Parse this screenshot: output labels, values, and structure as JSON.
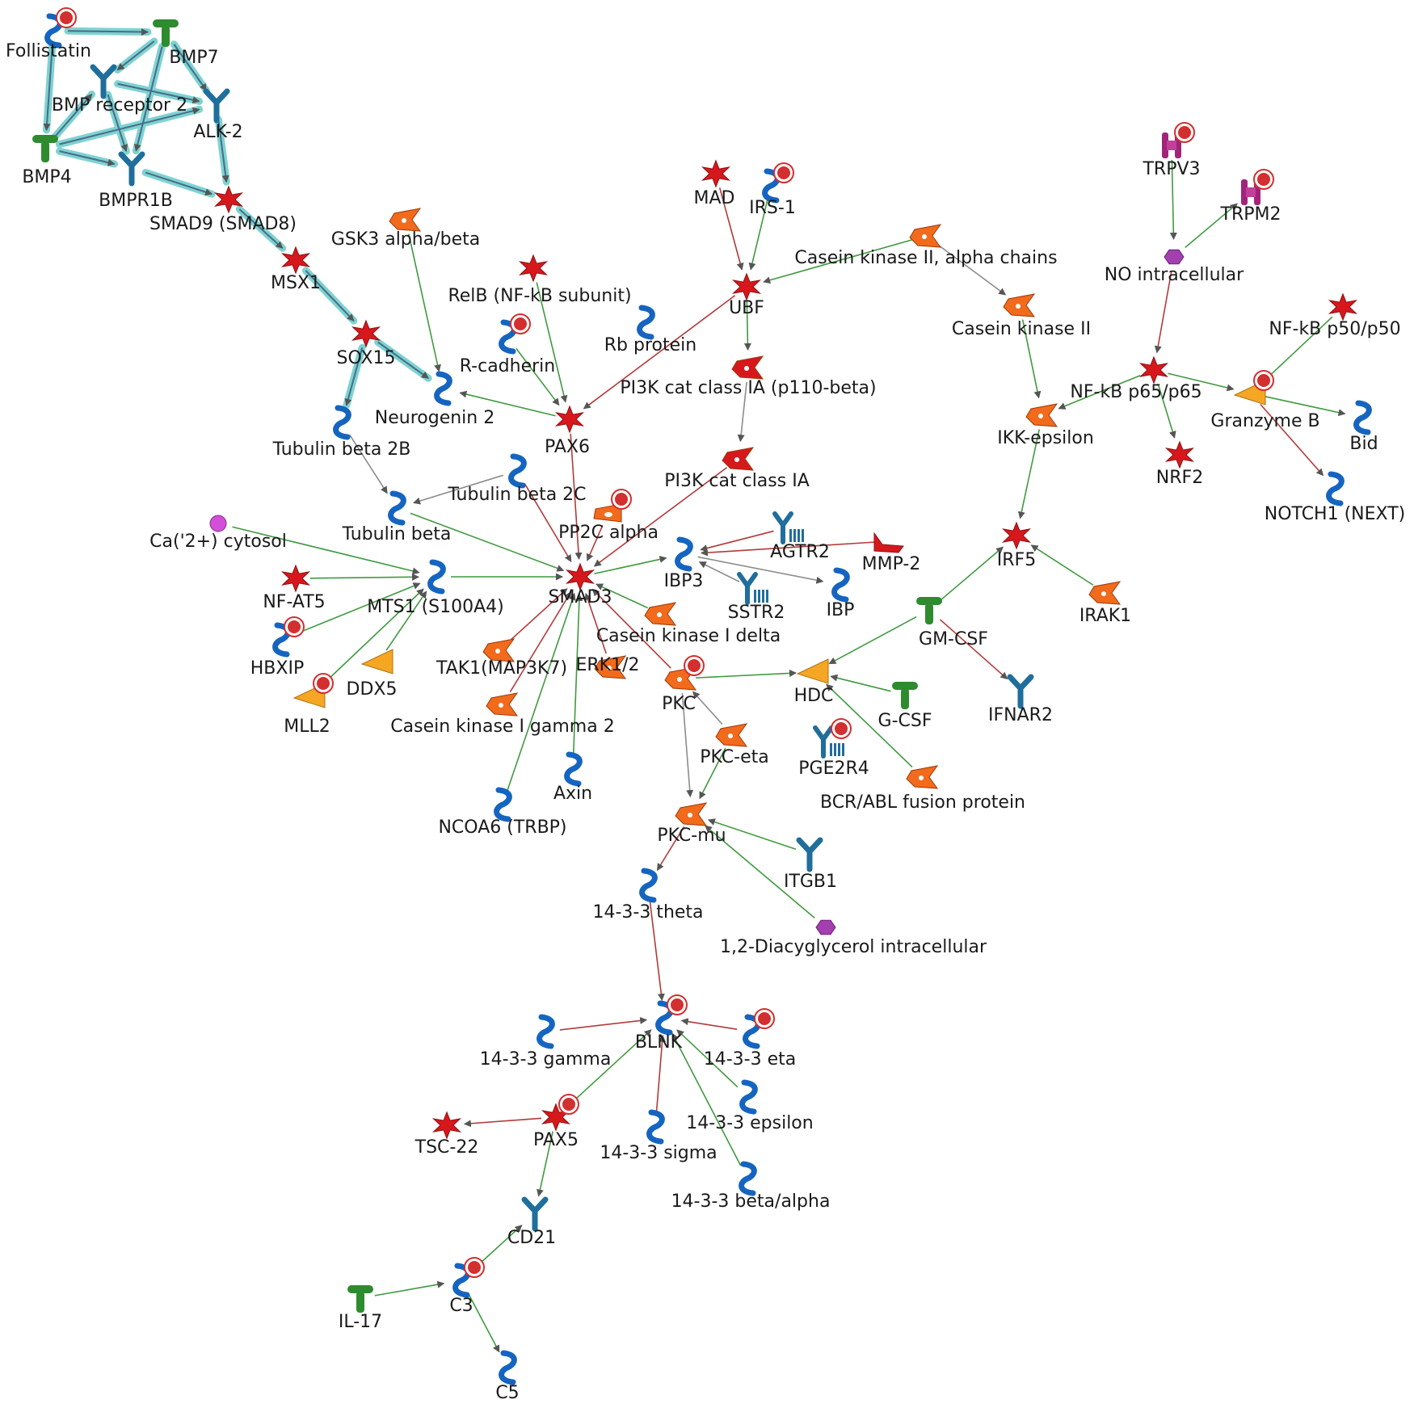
{
  "colors": {
    "edge_activation": "#3f9a3f",
    "edge_inhibition": "#b23a3a",
    "edge_unspecified": "#8c8c8c",
    "highlight": "#7dd3d0",
    "tf_red": "#d6181c",
    "protein_blue": "#1565c0",
    "receptor_blue": "#1f6e9c",
    "kinase_orange": "#f26a1b",
    "enzyme_orange": "#f5a623",
    "ligand_green": "#2e8b2e",
    "compound_purple": "#a43fb0",
    "marker_red": "#d32f2f"
  },
  "nodes": [
    {
      "id": "follistatin",
      "label": "Follistatin",
      "kind": "protein",
      "marker": true
    },
    {
      "id": "bmp7",
      "label": "BMP7",
      "kind": "ligand",
      "marker": false
    },
    {
      "id": "bmpr2",
      "label": "BMP receptor 2",
      "kind": "receptor",
      "marker": false
    },
    {
      "id": "alk2",
      "label": "ALK-2",
      "kind": "receptor",
      "marker": false
    },
    {
      "id": "bmp4",
      "label": "BMP4",
      "kind": "ligand",
      "marker": false
    },
    {
      "id": "bmpr1b",
      "label": "BMPR1B",
      "kind": "receptor",
      "marker": false
    },
    {
      "id": "smad9",
      "label": "SMAD9 (SMAD8)",
      "kind": "tf",
      "marker": false
    },
    {
      "id": "msx1",
      "label": "MSX1",
      "kind": "tf",
      "marker": false
    },
    {
      "id": "sox15",
      "label": "SOX15",
      "kind": "tf",
      "marker": false
    },
    {
      "id": "tubb2b",
      "label": "Tubulin beta 2B",
      "kind": "protein",
      "marker": false
    },
    {
      "id": "ngn2",
      "label": "Neurogenin 2",
      "kind": "protein",
      "marker": false
    },
    {
      "id": "gsk3",
      "label": "GSK3 alpha/beta",
      "kind": "kinase",
      "marker": false
    },
    {
      "id": "relb",
      "label": "RelB (NF-kB subunit)",
      "kind": "tf",
      "marker": false
    },
    {
      "id": "rcad",
      "label": "R-cadherin",
      "kind": "protein",
      "marker": true
    },
    {
      "id": "pax6",
      "label": "PAX6",
      "kind": "tf",
      "marker": false
    },
    {
      "id": "rb",
      "label": "Rb protein",
      "kind": "protein",
      "marker": false
    },
    {
      "id": "mad",
      "label": "MAD",
      "kind": "tf",
      "marker": false
    },
    {
      "id": "irs1",
      "label": "IRS-1",
      "kind": "protein",
      "marker": true
    },
    {
      "id": "ubf",
      "label": "UBF",
      "kind": "tf",
      "marker": false
    },
    {
      "id": "ck2a",
      "label": "Casein kinase II, alpha chains",
      "kind": "kinase",
      "marker": false
    },
    {
      "id": "ck2",
      "label": "Casein kinase II",
      "kind": "kinase",
      "marker": false
    },
    {
      "id": "pi3kb",
      "label": "PI3K cat class IA (p110-beta)",
      "kind": "kinase_red",
      "marker": false
    },
    {
      "id": "pi3k",
      "label": "PI3K cat class IA",
      "kind": "kinase_red",
      "marker": false
    },
    {
      "id": "tubb2c",
      "label": "Tubulin beta 2C",
      "kind": "protein",
      "marker": false
    },
    {
      "id": "pp2c",
      "label": "PP2C alpha",
      "kind": "phosphatase",
      "marker": true
    },
    {
      "id": "tubb",
      "label": "Tubulin beta",
      "kind": "protein",
      "marker": false
    },
    {
      "id": "ca",
      "label": "Ca('2+) cytosol",
      "kind": "compound_dot",
      "marker": false
    },
    {
      "id": "nfat5",
      "label": "NF-AT5",
      "kind": "tf",
      "marker": false
    },
    {
      "id": "mts1",
      "label": "MTS1 (S100A4)",
      "kind": "protein",
      "marker": false
    },
    {
      "id": "hbxip",
      "label": "HBXIP",
      "kind": "protein",
      "marker": true
    },
    {
      "id": "mll2",
      "label": "MLL2",
      "kind": "enzyme",
      "marker": true
    },
    {
      "id": "ddx5",
      "label": "DDX5",
      "kind": "enzyme",
      "marker": false
    },
    {
      "id": "smad3",
      "label": "SMAD3",
      "kind": "tf",
      "marker": false
    },
    {
      "id": "ibp3",
      "label": "IBP3",
      "kind": "protein",
      "marker": false
    },
    {
      "id": "agtr2",
      "label": "AGTR2",
      "kind": "gpcr",
      "marker": false
    },
    {
      "id": "mmp2",
      "label": "MMP-2",
      "kind": "protease",
      "marker": false
    },
    {
      "id": "sstr2",
      "label": "SSTR2",
      "kind": "gpcr",
      "marker": false
    },
    {
      "id": "ibp",
      "label": "IBP",
      "kind": "protein",
      "marker": false
    },
    {
      "id": "ck1d",
      "label": "Casein kinase I delta",
      "kind": "kinase",
      "marker": false
    },
    {
      "id": "tak1",
      "label": "TAK1(MAP3K7)",
      "kind": "kinase",
      "marker": false
    },
    {
      "id": "erk",
      "label": "ERK1/2",
      "kind": "kinase",
      "marker": false
    },
    {
      "id": "ck1g2",
      "label": "Casein kinase I gamma 2",
      "kind": "kinase",
      "marker": false
    },
    {
      "id": "pkc",
      "label": "PKC",
      "kind": "kinase",
      "marker": true
    },
    {
      "id": "axin",
      "label": "Axin",
      "kind": "protein",
      "marker": false
    },
    {
      "id": "ncoa6",
      "label": "NCOA6 (TRBP)",
      "kind": "protein",
      "marker": false
    },
    {
      "id": "pkceta",
      "label": "PKC-eta",
      "kind": "kinase",
      "marker": false
    },
    {
      "id": "pkcmu",
      "label": "PKC-mu",
      "kind": "kinase",
      "marker": false
    },
    {
      "id": "itgb1",
      "label": "ITGB1",
      "kind": "receptor",
      "marker": false
    },
    {
      "id": "dag",
      "label": "1,2-Diacyglycerol intracellular",
      "kind": "compound_hex",
      "marker": false
    },
    {
      "id": "p1433t",
      "label": "14-3-3 theta",
      "kind": "protein",
      "marker": false
    },
    {
      "id": "hdc",
      "label": "HDC",
      "kind": "enzyme",
      "marker": false
    },
    {
      "id": "gmcsf",
      "label": "GM-CSF",
      "kind": "ligand",
      "marker": false
    },
    {
      "id": "gcsf",
      "label": "G-CSF",
      "kind": "ligand",
      "marker": false
    },
    {
      "id": "ifnar2",
      "label": "IFNAR2",
      "kind": "receptor",
      "marker": false
    },
    {
      "id": "pge2r4",
      "label": "PGE2R4",
      "kind": "gpcr",
      "marker": true
    },
    {
      "id": "bcrabl",
      "label": "BCR/ABL fusion protein",
      "kind": "kinase",
      "marker": false
    },
    {
      "id": "irf5",
      "label": "IRF5",
      "kind": "tf",
      "marker": false
    },
    {
      "id": "irak1",
      "label": "IRAK1",
      "kind": "kinase",
      "marker": false
    },
    {
      "id": "ikke",
      "label": "IKK-epsilon",
      "kind": "kinase",
      "marker": false
    },
    {
      "id": "trpv3",
      "label": "TRPV3",
      "kind": "channel",
      "marker": true
    },
    {
      "id": "trpm2",
      "label": "TRPM2",
      "kind": "channel",
      "marker": true
    },
    {
      "id": "no",
      "label": "NO intracellular",
      "kind": "compound_hex",
      "marker": false
    },
    {
      "id": "nfkb65",
      "label": "NF-kB p65/p65",
      "kind": "tf",
      "marker": false
    },
    {
      "id": "nfkb50",
      "label": "NF-kB p50/p50",
      "kind": "tf",
      "marker": false
    },
    {
      "id": "grzb",
      "label": "Granzyme B",
      "kind": "enzyme",
      "marker": true
    },
    {
      "id": "bid",
      "label": "Bid",
      "kind": "protein",
      "marker": false
    },
    {
      "id": "nrf2",
      "label": "NRF2",
      "kind": "tf",
      "marker": false
    },
    {
      "id": "notch1",
      "label": "NOTCH1 (NEXT)",
      "kind": "protein",
      "marker": false
    },
    {
      "id": "blnk",
      "label": "BLNK",
      "kind": "protein",
      "marker": true
    },
    {
      "id": "p1433g",
      "label": "14-3-3 gamma",
      "kind": "protein",
      "marker": false
    },
    {
      "id": "p1433eta",
      "label": "14-3-3 eta",
      "kind": "protein",
      "marker": true
    },
    {
      "id": "p1433e",
      "label": "14-3-3 epsilon",
      "kind": "protein",
      "marker": false
    },
    {
      "id": "p1433s",
      "label": "14-3-3 sigma",
      "kind": "protein",
      "marker": false
    },
    {
      "id": "p1433ba",
      "label": "14-3-3 beta/alpha",
      "kind": "protein",
      "marker": false
    },
    {
      "id": "pax5",
      "label": "PAX5",
      "kind": "tf",
      "marker": true
    },
    {
      "id": "tsc22",
      "label": "TSC-22",
      "kind": "tf",
      "marker": false
    },
    {
      "id": "cd21",
      "label": "CD21",
      "kind": "receptor",
      "marker": false
    },
    {
      "id": "c3",
      "label": "C3",
      "kind": "protein",
      "marker": true
    },
    {
      "id": "il17",
      "label": "IL-17",
      "kind": "ligand",
      "marker": false
    },
    {
      "id": "c5",
      "label": "C5",
      "kind": "protein",
      "marker": false
    }
  ],
  "edges": [
    {
      "from": "follistatin",
      "to": "bmp7",
      "type": "inhibition",
      "highlight": true
    },
    {
      "from": "follistatin",
      "to": "bmp4",
      "type": "inhibition",
      "highlight": true
    },
    {
      "from": "bmp7",
      "to": "bmpr2",
      "type": "activation",
      "highlight": true
    },
    {
      "from": "bmp7",
      "to": "alk2",
      "type": "activation",
      "highlight": true
    },
    {
      "from": "bmp7",
      "to": "bmpr1b",
      "type": "activation",
      "highlight": true
    },
    {
      "from": "bmp4",
      "to": "bmpr2",
      "type": "activation",
      "highlight": true
    },
    {
      "from": "bmp4",
      "to": "alk2",
      "type": "activation",
      "highlight": true
    },
    {
      "from": "bmp4",
      "to": "bmpr1b",
      "type": "activation",
      "highlight": true
    },
    {
      "from": "bmpr2",
      "to": "alk2",
      "type": "activation",
      "highlight": true
    },
    {
      "from": "bmpr2",
      "to": "bmpr1b",
      "type": "activation",
      "highlight": true
    },
    {
      "from": "alk2",
      "to": "smad9",
      "type": "activation",
      "highlight": true
    },
    {
      "from": "bmpr1b",
      "to": "smad9",
      "type": "activation",
      "highlight": true
    },
    {
      "from": "smad9",
      "to": "msx1",
      "type": "activation",
      "highlight": true
    },
    {
      "from": "msx1",
      "to": "sox15",
      "type": "activation",
      "highlight": true
    },
    {
      "from": "sox15",
      "to": "ngn2",
      "type": "activation",
      "highlight": true
    },
    {
      "from": "sox15",
      "to": "tubb2b",
      "type": "activation",
      "highlight": true
    },
    {
      "from": "gsk3",
      "to": "ngn2",
      "type": "activation",
      "highlight": false
    },
    {
      "from": "pax6",
      "to": "ngn2",
      "type": "activation",
      "highlight": false
    },
    {
      "from": "relb",
      "to": "pax6",
      "type": "activation",
      "highlight": false
    },
    {
      "from": "rcad",
      "to": "pax6",
      "type": "activation",
      "highlight": false
    },
    {
      "from": "ubf",
      "to": "pax6",
      "type": "inhibition",
      "highlight": false
    },
    {
      "from": "pax6",
      "to": "smad3",
      "type": "inhibition",
      "highlight": false
    },
    {
      "from": "mad",
      "to": "ubf",
      "type": "inhibition",
      "highlight": false
    },
    {
      "from": "irs1",
      "to": "ubf",
      "type": "activation",
      "highlight": false
    },
    {
      "from": "ck2a",
      "to": "ubf",
      "type": "activation",
      "highlight": false
    },
    {
      "from": "ck2a",
      "to": "ck2",
      "type": "unspecified",
      "highlight": false
    },
    {
      "from": "ubf",
      "to": "pi3kb",
      "type": "activation",
      "highlight": false
    },
    {
      "from": "pi3kb",
      "to": "pi3k",
      "type": "unspecified",
      "highlight": false
    },
    {
      "from": "pi3k",
      "to": "smad3",
      "type": "inhibition",
      "highlight": false
    },
    {
      "from": "tubb2b",
      "to": "tubb",
      "type": "unspecified",
      "highlight": false
    },
    {
      "from": "tubb2c",
      "to": "tubb",
      "type": "unspecified",
      "highlight": false
    },
    {
      "from": "tubb2c",
      "to": "smad3",
      "type": "inhibition",
      "highlight": false
    },
    {
      "from": "tubb",
      "to": "smad3",
      "type": "activation",
      "highlight": false
    },
    {
      "from": "pp2c",
      "to": "smad3",
      "type": "inhibition",
      "highlight": false
    },
    {
      "from": "ca",
      "to": "mts1",
      "type": "activation",
      "highlight": false
    },
    {
      "from": "nfat5",
      "to": "mts1",
      "type": "activation",
      "highlight": false
    },
    {
      "from": "hbxip",
      "to": "mts1",
      "type": "activation",
      "highlight": false
    },
    {
      "from": "mll2",
      "to": "mts1",
      "type": "activation",
      "highlight": false
    },
    {
      "from": "ddx5",
      "to": "mts1",
      "type": "activation",
      "highlight": false
    },
    {
      "from": "mts1",
      "to": "smad3",
      "type": "activation",
      "highlight": false
    },
    {
      "from": "smad3",
      "to": "ibp3",
      "type": "activation",
      "highlight": false
    },
    {
      "from": "agtr2",
      "to": "ibp3",
      "type": "inhibition",
      "highlight": false
    },
    {
      "from": "mmp2",
      "to": "ibp3",
      "type": "inhibition",
      "highlight": false
    },
    {
      "from": "sstr2",
      "to": "ibp3",
      "type": "unspecified",
      "highlight": false
    },
    {
      "from": "ibp3",
      "to": "ibp",
      "type": "unspecified",
      "highlight": false
    },
    {
      "from": "ck1d",
      "to": "smad3",
      "type": "activation",
      "highlight": false
    },
    {
      "from": "tak1",
      "to": "smad3",
      "type": "inhibition",
      "highlight": false
    },
    {
      "from": "erk",
      "to": "smad3",
      "type": "inhibition",
      "highlight": false
    },
    {
      "from": "ck1g2",
      "to": "smad3",
      "type": "inhibition",
      "highlight": false
    },
    {
      "from": "pkc",
      "to": "smad3",
      "type": "inhibition",
      "highlight": false
    },
    {
      "from": "axin",
      "to": "smad3",
      "type": "activation",
      "highlight": false
    },
    {
      "from": "ncoa6",
      "to": "smad3",
      "type": "activation",
      "highlight": false
    },
    {
      "from": "pkc",
      "to": "hdc",
      "type": "activation",
      "highlight": false
    },
    {
      "from": "pkceta",
      "to": "pkc",
      "type": "unspecified",
      "highlight": false
    },
    {
      "from": "pkc",
      "to": "pkcmu",
      "type": "unspecified",
      "highlight": false
    },
    {
      "from": "pkceta",
      "to": "pkcmu",
      "type": "activation",
      "highlight": false
    },
    {
      "from": "itgb1",
      "to": "pkcmu",
      "type": "activation",
      "highlight": false
    },
    {
      "from": "dag",
      "to": "pkcmu",
      "type": "activation",
      "highlight": false
    },
    {
      "from": "pkcmu",
      "to": "p1433t",
      "type": "inhibition",
      "highlight": false
    },
    {
      "from": "p1433t",
      "to": "blnk",
      "type": "inhibition",
      "highlight": false
    },
    {
      "from": "gmcsf",
      "to": "hdc",
      "type": "activation",
      "highlight": false
    },
    {
      "from": "gcsf",
      "to": "hdc",
      "type": "activation",
      "highlight": false
    },
    {
      "from": "bcrabl",
      "to": "hdc",
      "type": "activation",
      "highlight": false
    },
    {
      "from": "gmcsf",
      "to": "ifnar2",
      "type": "inhibition",
      "highlight": false
    },
    {
      "from": "gmcsf",
      "to": "irf5",
      "type": "activation",
      "highlight": false
    },
    {
      "from": "irak1",
      "to": "irf5",
      "type": "activation",
      "highlight": false
    },
    {
      "from": "ikke",
      "to": "irf5",
      "type": "activation",
      "highlight": false
    },
    {
      "from": "ck2",
      "to": "ikke",
      "type": "activation",
      "highlight": false
    },
    {
      "from": "nfkb65",
      "to": "ikke",
      "type": "activation",
      "highlight": false
    },
    {
      "from": "trpv3",
      "to": "no",
      "type": "activation",
      "highlight": false
    },
    {
      "from": "no",
      "to": "trpm2",
      "type": "activation",
      "highlight": false
    },
    {
      "from": "no",
      "to": "nfkb65",
      "type": "inhibition",
      "highlight": false
    },
    {
      "from": "nfkb65",
      "to": "grzb",
      "type": "activation",
      "highlight": false
    },
    {
      "from": "nfkb50",
      "to": "grzb",
      "type": "activation",
      "highlight": false
    },
    {
      "from": "nfkb65",
      "to": "nrf2",
      "type": "activation",
      "highlight": false
    },
    {
      "from": "grzb",
      "to": "bid",
      "type": "activation",
      "highlight": false
    },
    {
      "from": "grzb",
      "to": "notch1",
      "type": "inhibition",
      "highlight": false
    },
    {
      "from": "p1433g",
      "to": "blnk",
      "type": "inhibition",
      "highlight": false
    },
    {
      "from": "p1433eta",
      "to": "blnk",
      "type": "inhibition",
      "highlight": false
    },
    {
      "from": "p1433e",
      "to": "blnk",
      "type": "activation",
      "highlight": false
    },
    {
      "from": "p1433s",
      "to": "blnk",
      "type": "inhibition",
      "highlight": false
    },
    {
      "from": "p1433ba",
      "to": "blnk",
      "type": "activation",
      "highlight": false
    },
    {
      "from": "pax5",
      "to": "blnk",
      "type": "activation",
      "highlight": false
    },
    {
      "from": "pax5",
      "to": "tsc22",
      "type": "inhibition",
      "highlight": false
    },
    {
      "from": "pax5",
      "to": "cd21",
      "type": "activation",
      "highlight": false
    },
    {
      "from": "c3",
      "to": "cd21",
      "type": "activation",
      "highlight": false
    },
    {
      "from": "il17",
      "to": "c3",
      "type": "activation",
      "highlight": false
    },
    {
      "from": "c3",
      "to": "c5",
      "type": "activation",
      "highlight": false
    }
  ]
}
